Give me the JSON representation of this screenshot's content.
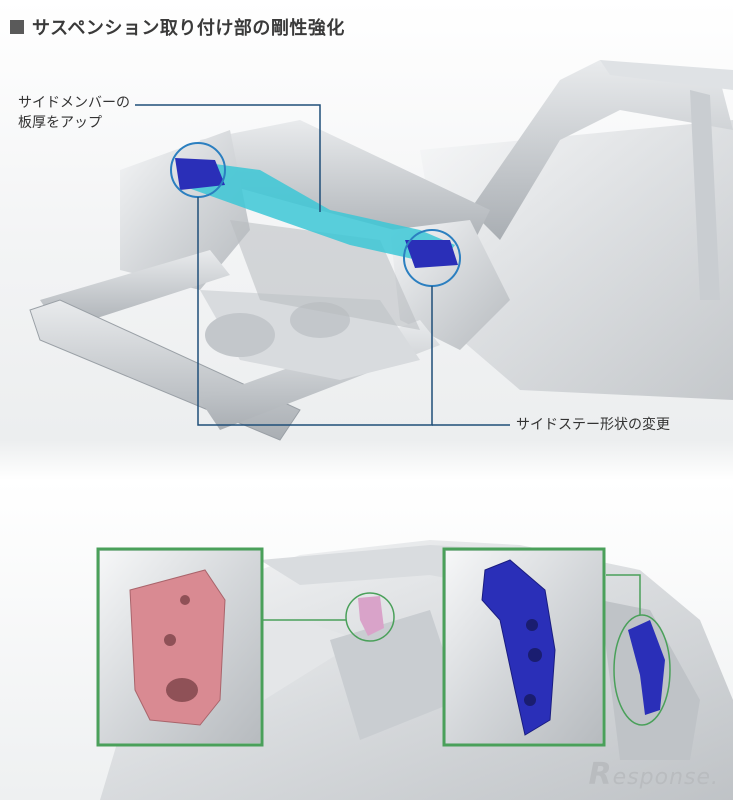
{
  "title": "サスペンション取り付け部の剛性強化",
  "labels": {
    "side_member": "サイドメンバーの\n板厚をアップ",
    "side_stay": "サイドステー形状の変更"
  },
  "watermark": {
    "initial": "R",
    "rest": "esponse."
  },
  "colors": {
    "callout_line": "#1f4e79",
    "highlight_circle": "#2b7fc0",
    "side_member_fill": "#3cc7d6",
    "reinforcement_blue": "#2a2fb8",
    "bracket_pink": "#d98a92",
    "inset_border": "#4aa05a"
  }
}
